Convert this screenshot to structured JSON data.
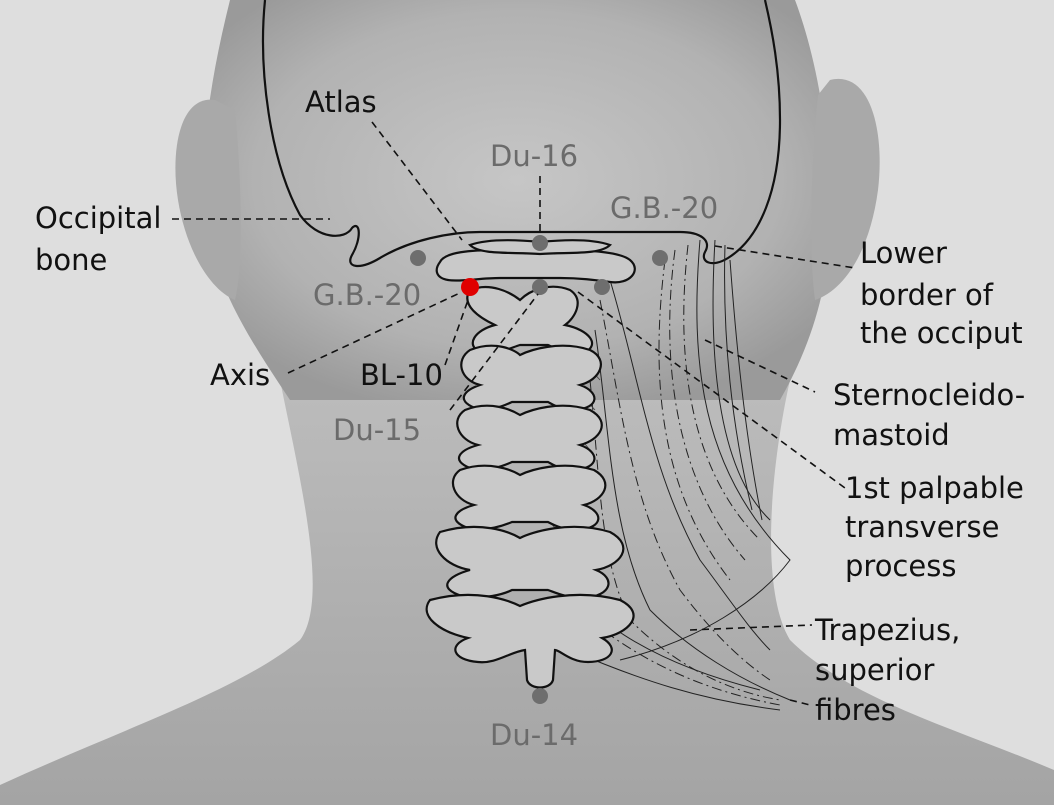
{
  "labels": {
    "occipital_bone": [
      "Occipital",
      "bone"
    ],
    "atlas": "Atlas",
    "axis": "Axis",
    "bl10": "BL-10",
    "du16": "Du-16",
    "du15": "Du-15",
    "du14": "Du-14",
    "gb20_left": "G.B.-20",
    "gb20_right": "G.B.-20",
    "lower_border": [
      "Lower",
      "border of",
      "the occiput"
    ],
    "sternocleidomastoid": [
      "Sternocleido-",
      "mastoid"
    ],
    "transverse_process": [
      "1st palpable",
      "transverse",
      "process"
    ],
    "trapezius": [
      "Trapezius,",
      "superior",
      "fibres"
    ]
  },
  "colors": {
    "highlight_point": "#e00000",
    "acupoint_gray": "#6e6e6e",
    "background": "#dcdcdc",
    "skin": "#bdbdbd"
  }
}
